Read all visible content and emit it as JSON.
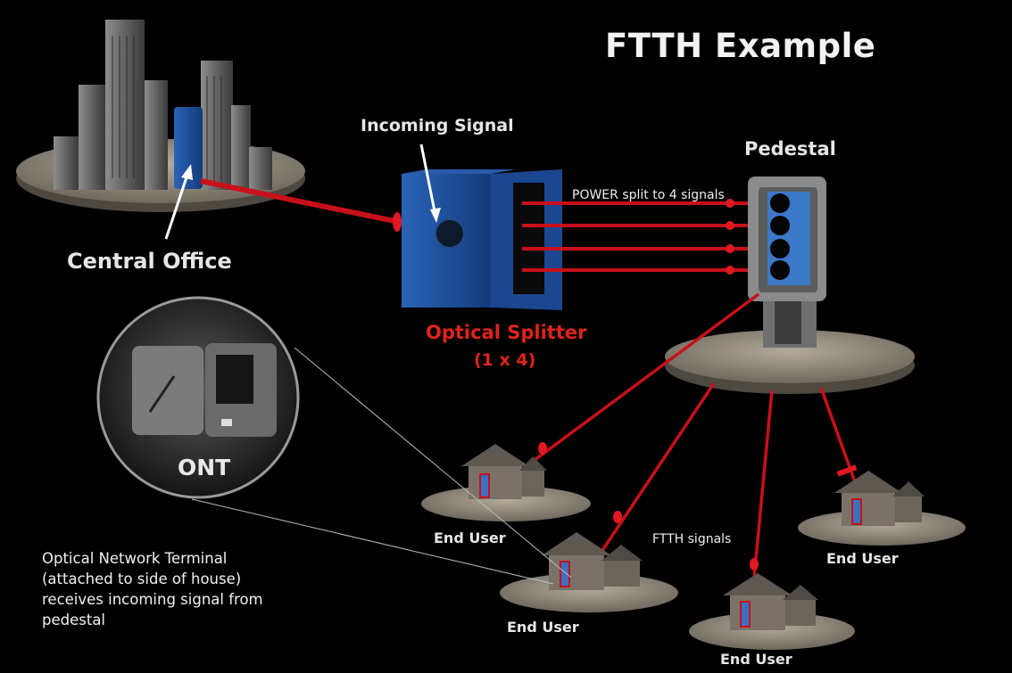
{
  "title": "FTTH Example",
  "labels": {
    "incoming_signal": "Incoming Signal",
    "pedestal": "Pedestal",
    "central_office": "Central Office",
    "power_split": "POWER split to 4 signals",
    "optical_splitter": "Optical Splitter",
    "splitter_ratio": "(1 x 4)",
    "ont": "ONT",
    "ftth_signals": "FTTH signals",
    "end_user": "End User"
  },
  "description": [
    "Optical Network Terminal",
    "(attached to side of house)",
    "receives incoming signal from",
    "pedestal"
  ],
  "colors": {
    "background": "#000000",
    "fiber": "#c8101a",
    "splitter_blue": "#1f4f9a",
    "label_red": "#e0231b",
    "base_gray": "#8f887c"
  }
}
